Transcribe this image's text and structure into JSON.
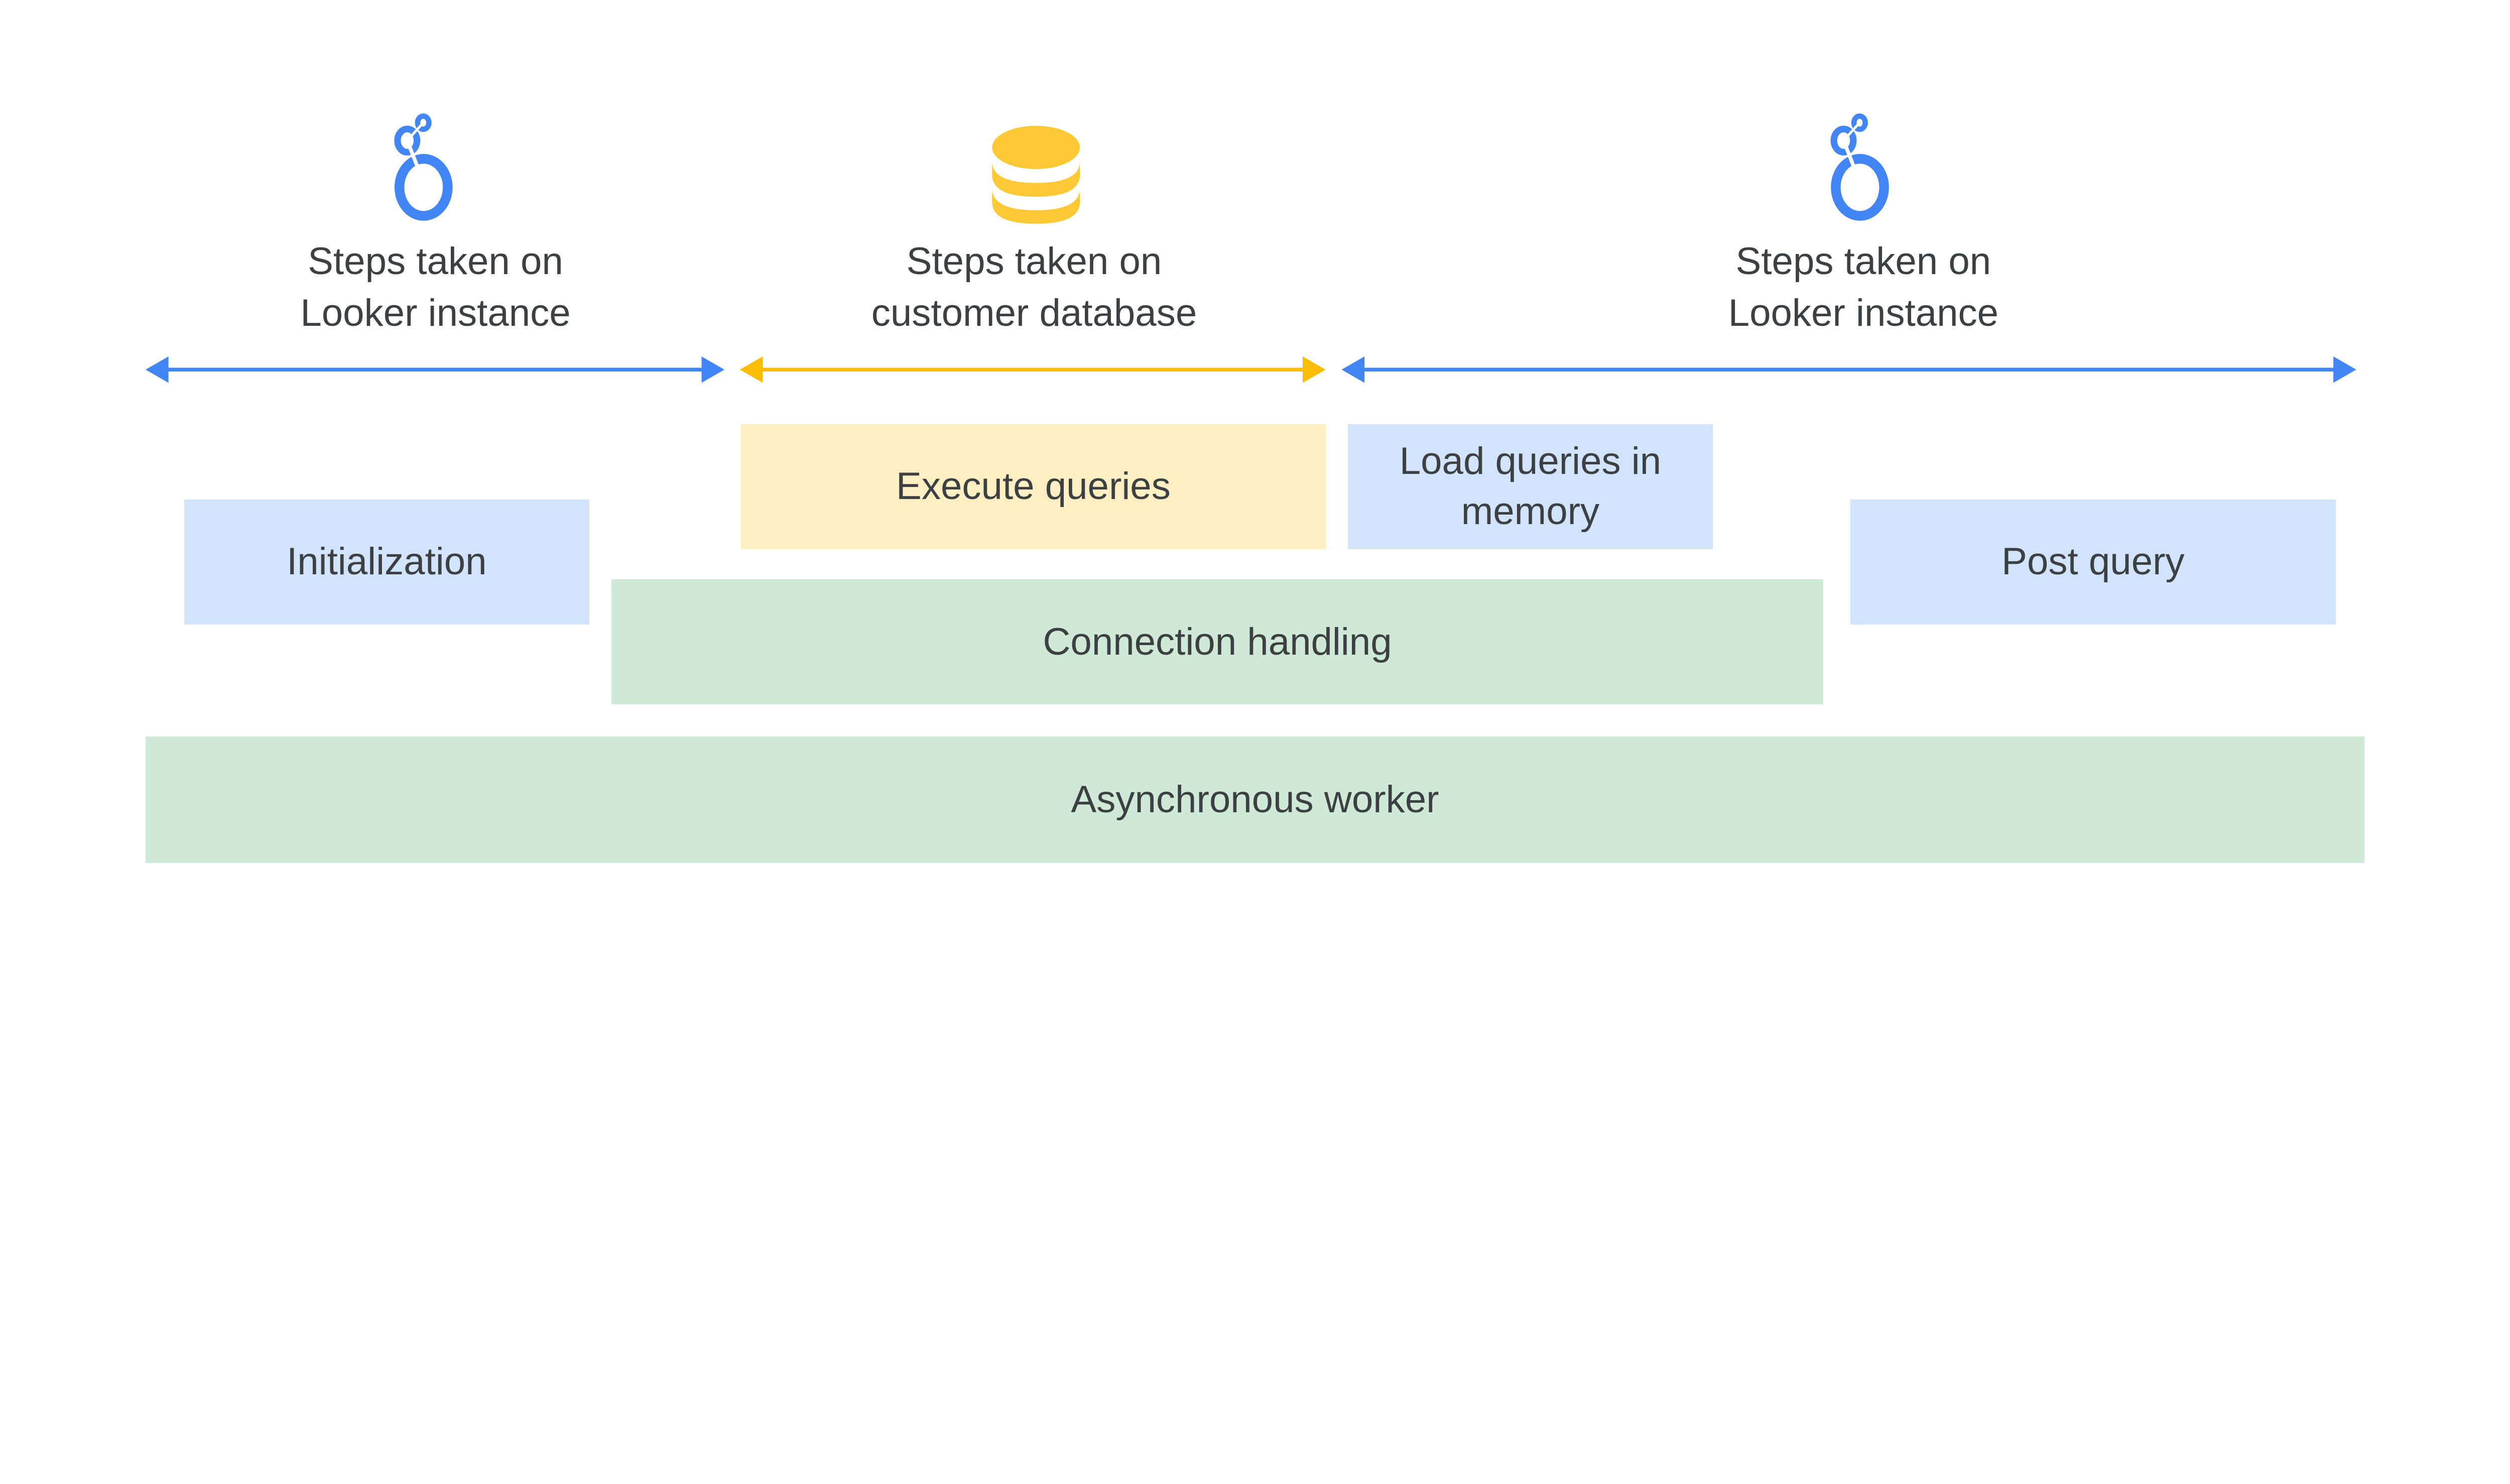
{
  "colors": {
    "looker_blue": "#4285f4",
    "database_yellow": "#fbbc04",
    "database_icon": "#fcc934",
    "blue_box": "#d2e3fc",
    "yellow_box": "#feefc3",
    "green_box": "#ceead6",
    "text": "#3c4043"
  },
  "sections": [
    {
      "icon": "looker-logo-icon",
      "line1": "Steps taken on",
      "line2": "Looker instance"
    },
    {
      "icon": "database-icon",
      "line1": "Steps taken on",
      "line2": "customer database"
    },
    {
      "icon": "looker-logo-icon",
      "line1": "Steps taken on",
      "line2": "Looker instance"
    }
  ],
  "boxes": {
    "initialization": "Initialization",
    "execute_queries": "Execute queries",
    "load_queries": "Load queries in memory",
    "post_query": "Post query",
    "connection_handling": "Connection handling",
    "async_worker": "Asynchronous worker"
  }
}
